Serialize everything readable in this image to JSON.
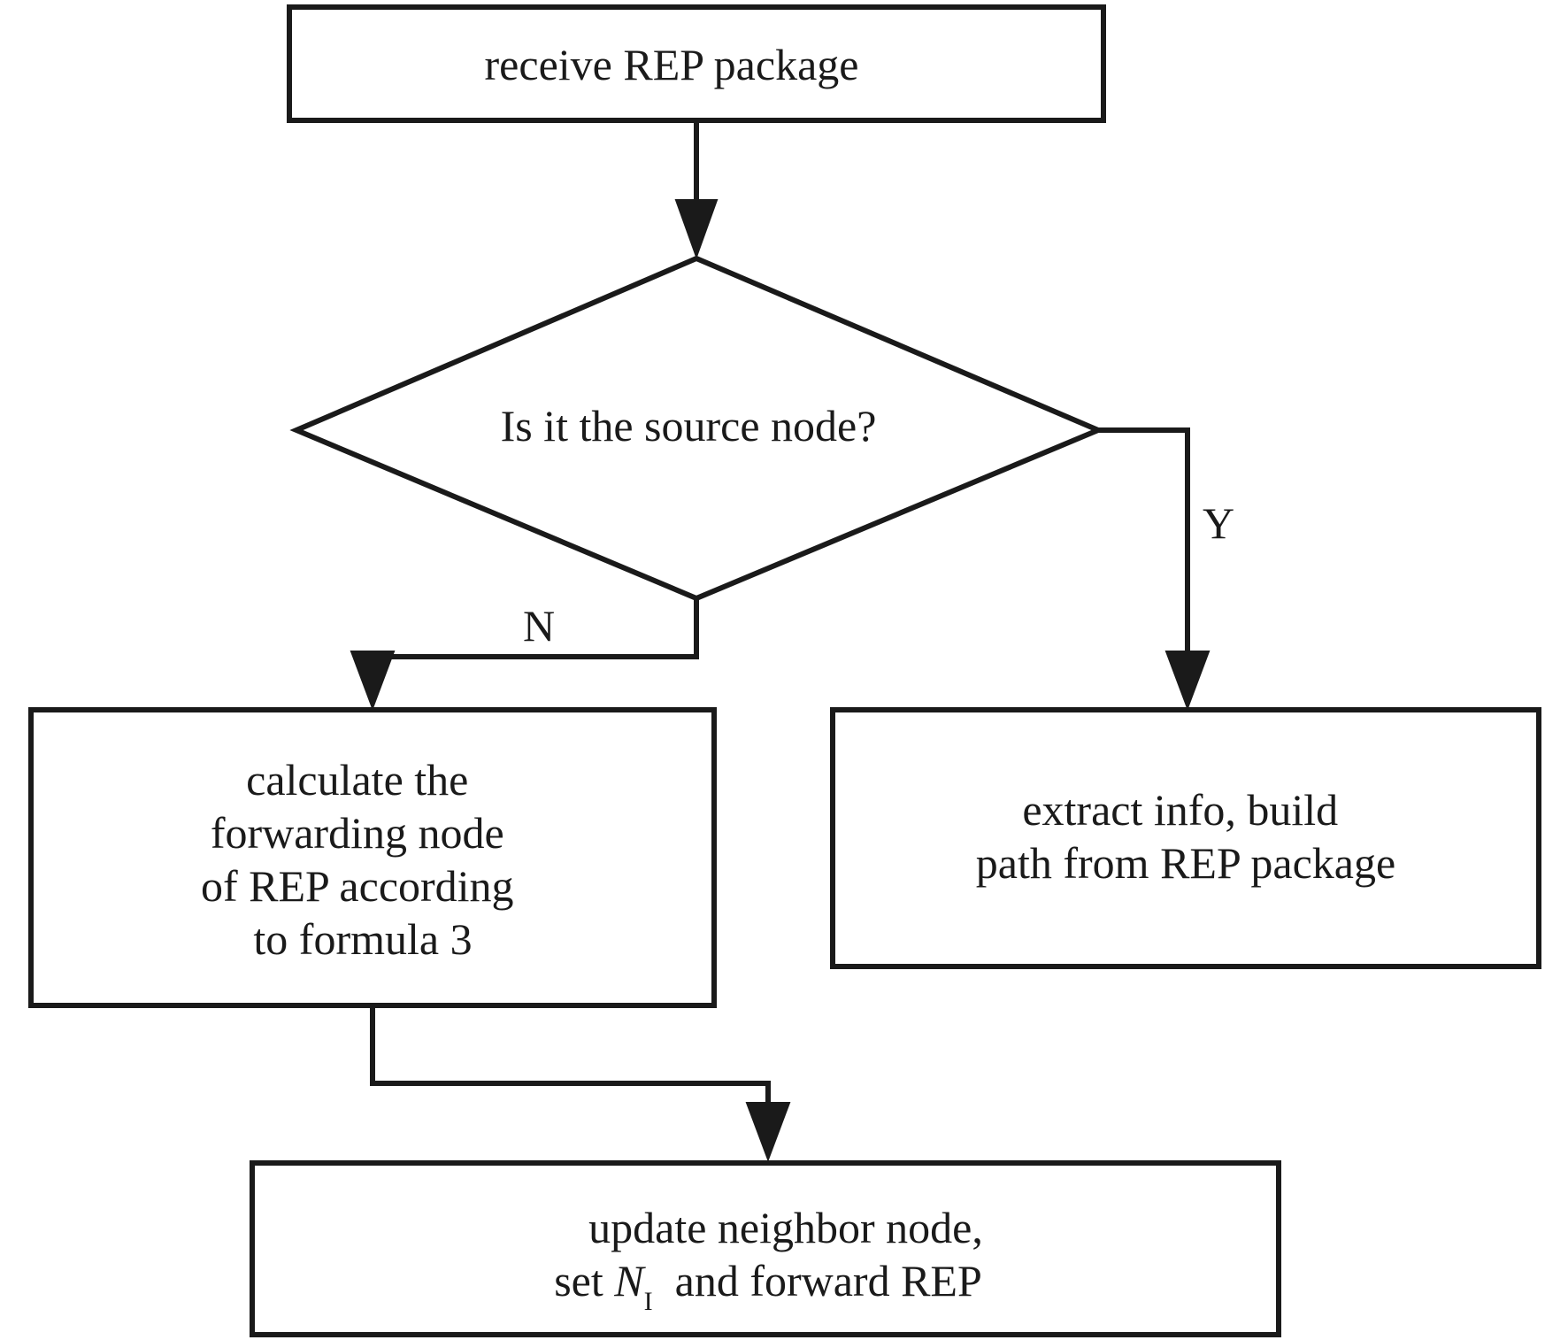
{
  "nodes": {
    "receive": {
      "text": "receive REP package"
    },
    "decision": {
      "text": "Is it the source node?"
    },
    "calculate": {
      "lines": [
        "calculate the",
        "forwarding node",
        "of REP according",
        "to formula 3"
      ]
    },
    "extract": {
      "lines": [
        "extract info, build",
        "path from REP package"
      ]
    },
    "update": {
      "line1": "update neighbor node,",
      "line2_prefix": "set ",
      "line2_var": "N",
      "line2_sub": "I",
      "line2_suffix": "  and forward REP"
    }
  },
  "edges": {
    "yes_label": "Y",
    "no_label": "N"
  }
}
